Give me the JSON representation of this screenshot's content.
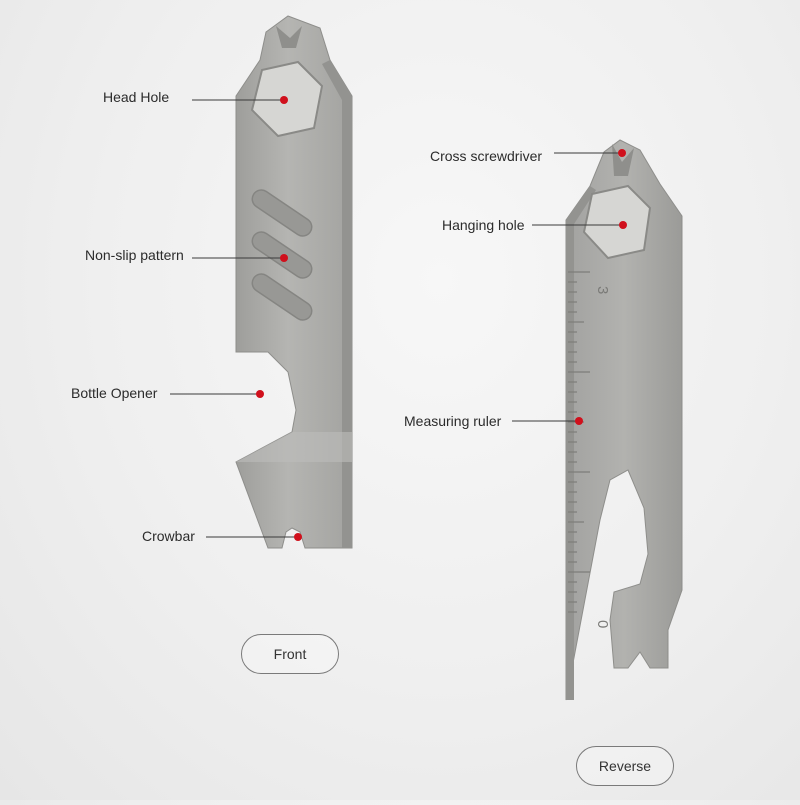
{
  "front": {
    "callouts": {
      "head_hole": "Head Hole",
      "non_slip": "Non-slip pattern",
      "bottle_opener": "Bottle Opener",
      "crowbar": "Crowbar"
    },
    "view_label": "Front"
  },
  "reverse": {
    "callouts": {
      "cross_screwdriver": "Cross screwdriver",
      "hanging_hole": "Hanging hole",
      "measuring_ruler": "Measuring ruler"
    },
    "ruler_numbers": {
      "top": "3",
      "bottom": "0"
    },
    "view_label": "Reverse"
  },
  "colors": {
    "marker": "#d0101c",
    "metal": "#a9a9a6",
    "metal_dark": "#8c8c89",
    "leader": "#3a3a3a"
  }
}
